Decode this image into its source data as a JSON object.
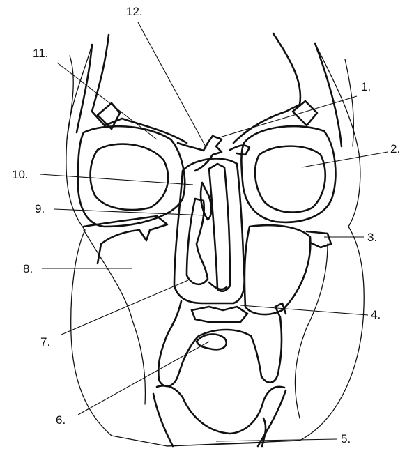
{
  "diagram": {
    "labels": [
      {
        "id": "1",
        "text": "1."
      },
      {
        "id": "2",
        "text": "2."
      },
      {
        "id": "3",
        "text": "3."
      },
      {
        "id": "4",
        "text": "4."
      },
      {
        "id": "5",
        "text": "5."
      },
      {
        "id": "6",
        "text": "6."
      },
      {
        "id": "7",
        "text": "7."
      },
      {
        "id": "8",
        "text": "8."
      },
      {
        "id": "9",
        "text": "9."
      },
      {
        "id": "10",
        "text": "10."
      },
      {
        "id": "11",
        "text": "11."
      },
      {
        "id": "12",
        "text": "12."
      }
    ],
    "colors": {
      "line": "#111111",
      "background": "#ffffff"
    }
  }
}
